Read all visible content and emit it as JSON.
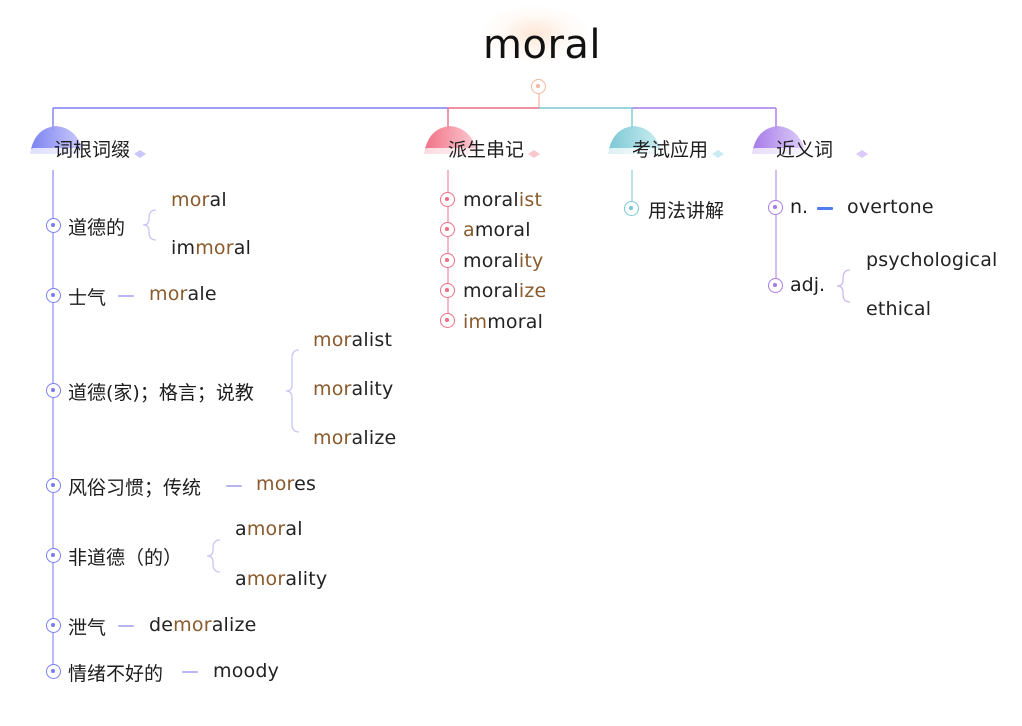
{
  "root": {
    "word": "moral"
  },
  "colors": {
    "blue": "#7b7ff0",
    "red": "#ec6f86",
    "teal": "#78c9d4",
    "purple": "#a97ae6",
    "stem": "#8a5a2c",
    "dash_blue": "#4f7cf0"
  },
  "categories": {
    "roots": {
      "label": "词根词缀"
    },
    "derived": {
      "label": "派生串记"
    },
    "exam": {
      "label": "考试应用"
    },
    "synonyms": {
      "label": "近义词"
    }
  },
  "roots_items": [
    {
      "meaning": "道德的",
      "words": [
        {
          "root": "mor",
          "rest": "al"
        },
        {
          "pre": "im",
          "root": "mor",
          "rest": "al"
        }
      ]
    },
    {
      "meaning": "士气",
      "words": [
        {
          "root": "mor",
          "rest": "ale"
        }
      ]
    },
    {
      "meaning": "道德(家)；格言；说教",
      "words": [
        {
          "root": "mor",
          "rest": "alist"
        },
        {
          "root": "mor",
          "rest": "ality"
        },
        {
          "root": "mor",
          "rest": "alize"
        }
      ]
    },
    {
      "meaning": "风俗习惯；传统",
      "words": [
        {
          "root": "mor",
          "rest": "es"
        }
      ]
    },
    {
      "meaning": "非道德（的）",
      "words": [
        {
          "pre": "a",
          "root": "mor",
          "rest": "al"
        },
        {
          "pre": "a",
          "root": "mor",
          "rest": "ality"
        }
      ]
    },
    {
      "meaning": "泄气",
      "words": [
        {
          "pre": "de",
          "root": "mor",
          "rest": "alize"
        }
      ]
    },
    {
      "meaning": "情绪不好的",
      "words": [
        {
          "plain": "moody"
        }
      ]
    }
  ],
  "derived_items": [
    {
      "base": "moral",
      "suffix": "ist"
    },
    {
      "prefix": "a",
      "base": "moral"
    },
    {
      "base": "moral",
      "suffix": "ity"
    },
    {
      "base": "moral",
      "suffix": "ize"
    },
    {
      "prefix": "im",
      "base": "moral"
    }
  ],
  "exam_items": [
    {
      "label": "用法讲解"
    }
  ],
  "synonym_items": [
    {
      "pos": "n.",
      "words": [
        "overtone"
      ]
    },
    {
      "pos": "adj.",
      "words": [
        "psychological",
        "ethical"
      ]
    }
  ]
}
